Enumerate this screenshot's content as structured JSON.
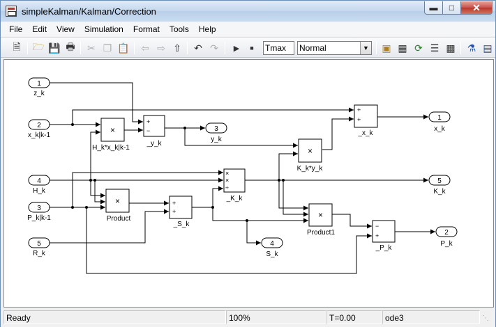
{
  "window": {
    "title": "simpleKalman/Kalman/Correction"
  },
  "menu": [
    "File",
    "Edit",
    "View",
    "Simulation",
    "Format",
    "Tools",
    "Help"
  ],
  "toolbar": {
    "stop_time": "Tmax",
    "sim_mode": "Normal"
  },
  "diagram": {
    "inports": [
      {
        "num": "1",
        "name": "z_k"
      },
      {
        "num": "2",
        "name": "x_k|k-1"
      },
      {
        "num": "4",
        "name": "H_k"
      },
      {
        "num": "3",
        "name": "P_k|k-1"
      },
      {
        "num": "5",
        "name": "R_k"
      }
    ],
    "outports": [
      {
        "num": "3",
        "name": "y_k"
      },
      {
        "num": "1",
        "name": "x_k"
      },
      {
        "num": "5",
        "name": "K_k"
      },
      {
        "num": "4",
        "name": "S_k"
      },
      {
        "num": "2",
        "name": "P_k"
      }
    ],
    "blocks": {
      "hx_product": "H_k*x_k|k-1",
      "y_sum": "_y_k",
      "x_sum": "_x_k",
      "ky_product": "K_k*y_k",
      "k_divide": "_K_k",
      "product": "Product",
      "s_sum": "_S_k",
      "product1": "Product1",
      "p_sum": "_P_k"
    },
    "symbols": {
      "mult": "×",
      "plus": "+",
      "minus": "−",
      "divide": "÷"
    }
  },
  "status": {
    "state": "Ready",
    "zoom": "100%",
    "time": "T=0.00",
    "solver": "ode3"
  }
}
